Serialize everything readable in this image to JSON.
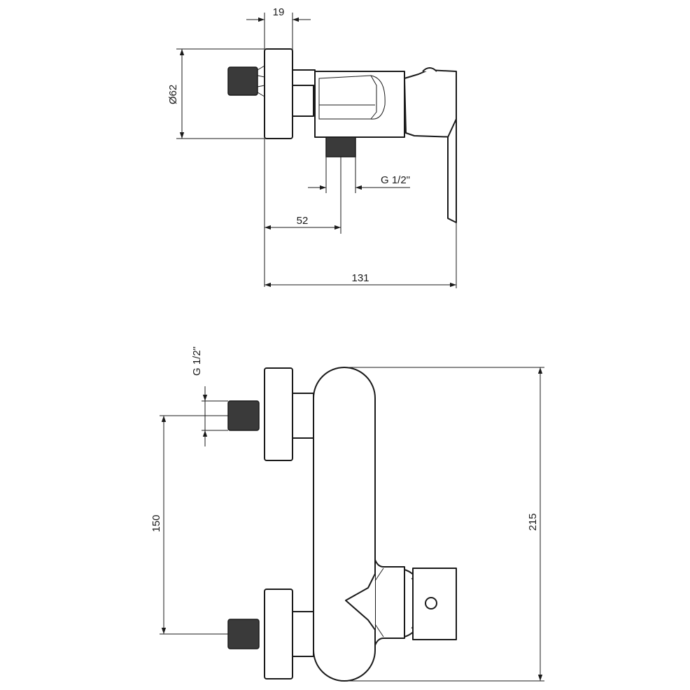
{
  "colors": {
    "line": "#1a1a1a",
    "thread": "#3a3a3a",
    "background": "#ffffff"
  },
  "top_view": {
    "dim_wall_plate_thickness": "19",
    "dim_diameter": "Ø62",
    "dim_outlet_thread": "G 1/2\"",
    "dim_outlet_offset": "52",
    "dim_total_depth": "131"
  },
  "front_view": {
    "dim_inlet_thread": "G 1/2\"",
    "dim_inlet_spacing": "150",
    "dim_total_height": "215"
  }
}
